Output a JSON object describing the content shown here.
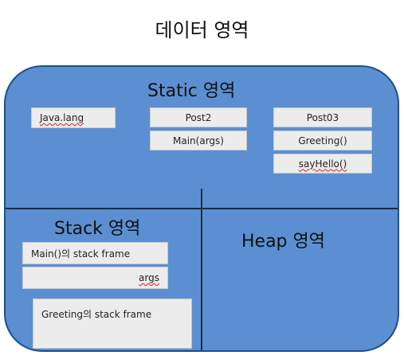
{
  "title": "데이터 영역",
  "static": {
    "label": "Static 영역",
    "boxes": [
      "Java.lang",
      "Post2",
      "Main(args)",
      "Post03",
      "Greeting()",
      "sayHello()"
    ]
  },
  "stack": {
    "label": "Stack 영역",
    "boxes": [
      "Main()의 stack frame",
      "args",
      "Greeting의 stack frame"
    ]
  },
  "heap": {
    "label": "Heap 영역"
  },
  "colors": {
    "panel": "#5b8fd2",
    "border": "#1e4f8f",
    "box": "#ececec"
  }
}
